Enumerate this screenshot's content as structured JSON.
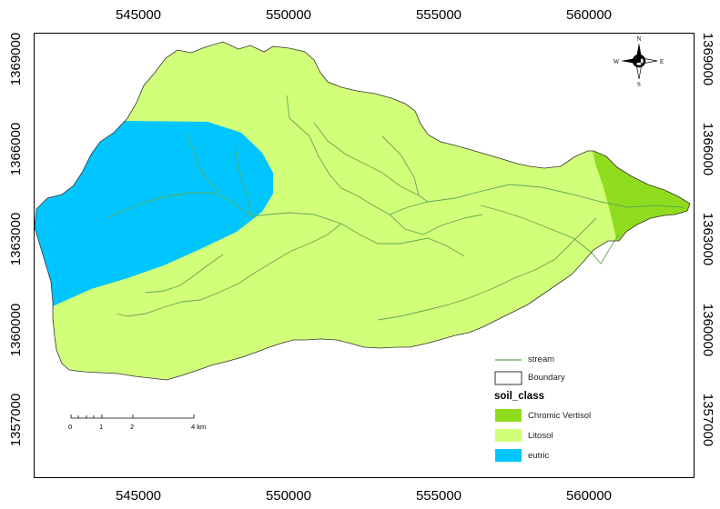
{
  "map": {
    "x_ticks": [
      "545000",
      "550000",
      "555000",
      "560000"
    ],
    "y_ticks": [
      "1369000",
      "1366000",
      "1363000",
      "1360000",
      "1357000"
    ],
    "north_arrow": {
      "n": "N",
      "s": "S",
      "e": "E",
      "w": "W"
    }
  },
  "legend": {
    "stream_label": "stream",
    "boundary_label": "Boundary",
    "title": "soil_class",
    "classes": [
      {
        "label": "Chromic Vertisol",
        "color": "#8fdc1e"
      },
      {
        "label": "Litosol",
        "color": "#d2ff7a"
      },
      {
        "label": "eutric",
        "color": "#00c5ff"
      }
    ],
    "stream_color": "#5fa852"
  },
  "scale_bar": {
    "labels": [
      "0",
      "1",
      "2",
      "4 km"
    ]
  }
}
